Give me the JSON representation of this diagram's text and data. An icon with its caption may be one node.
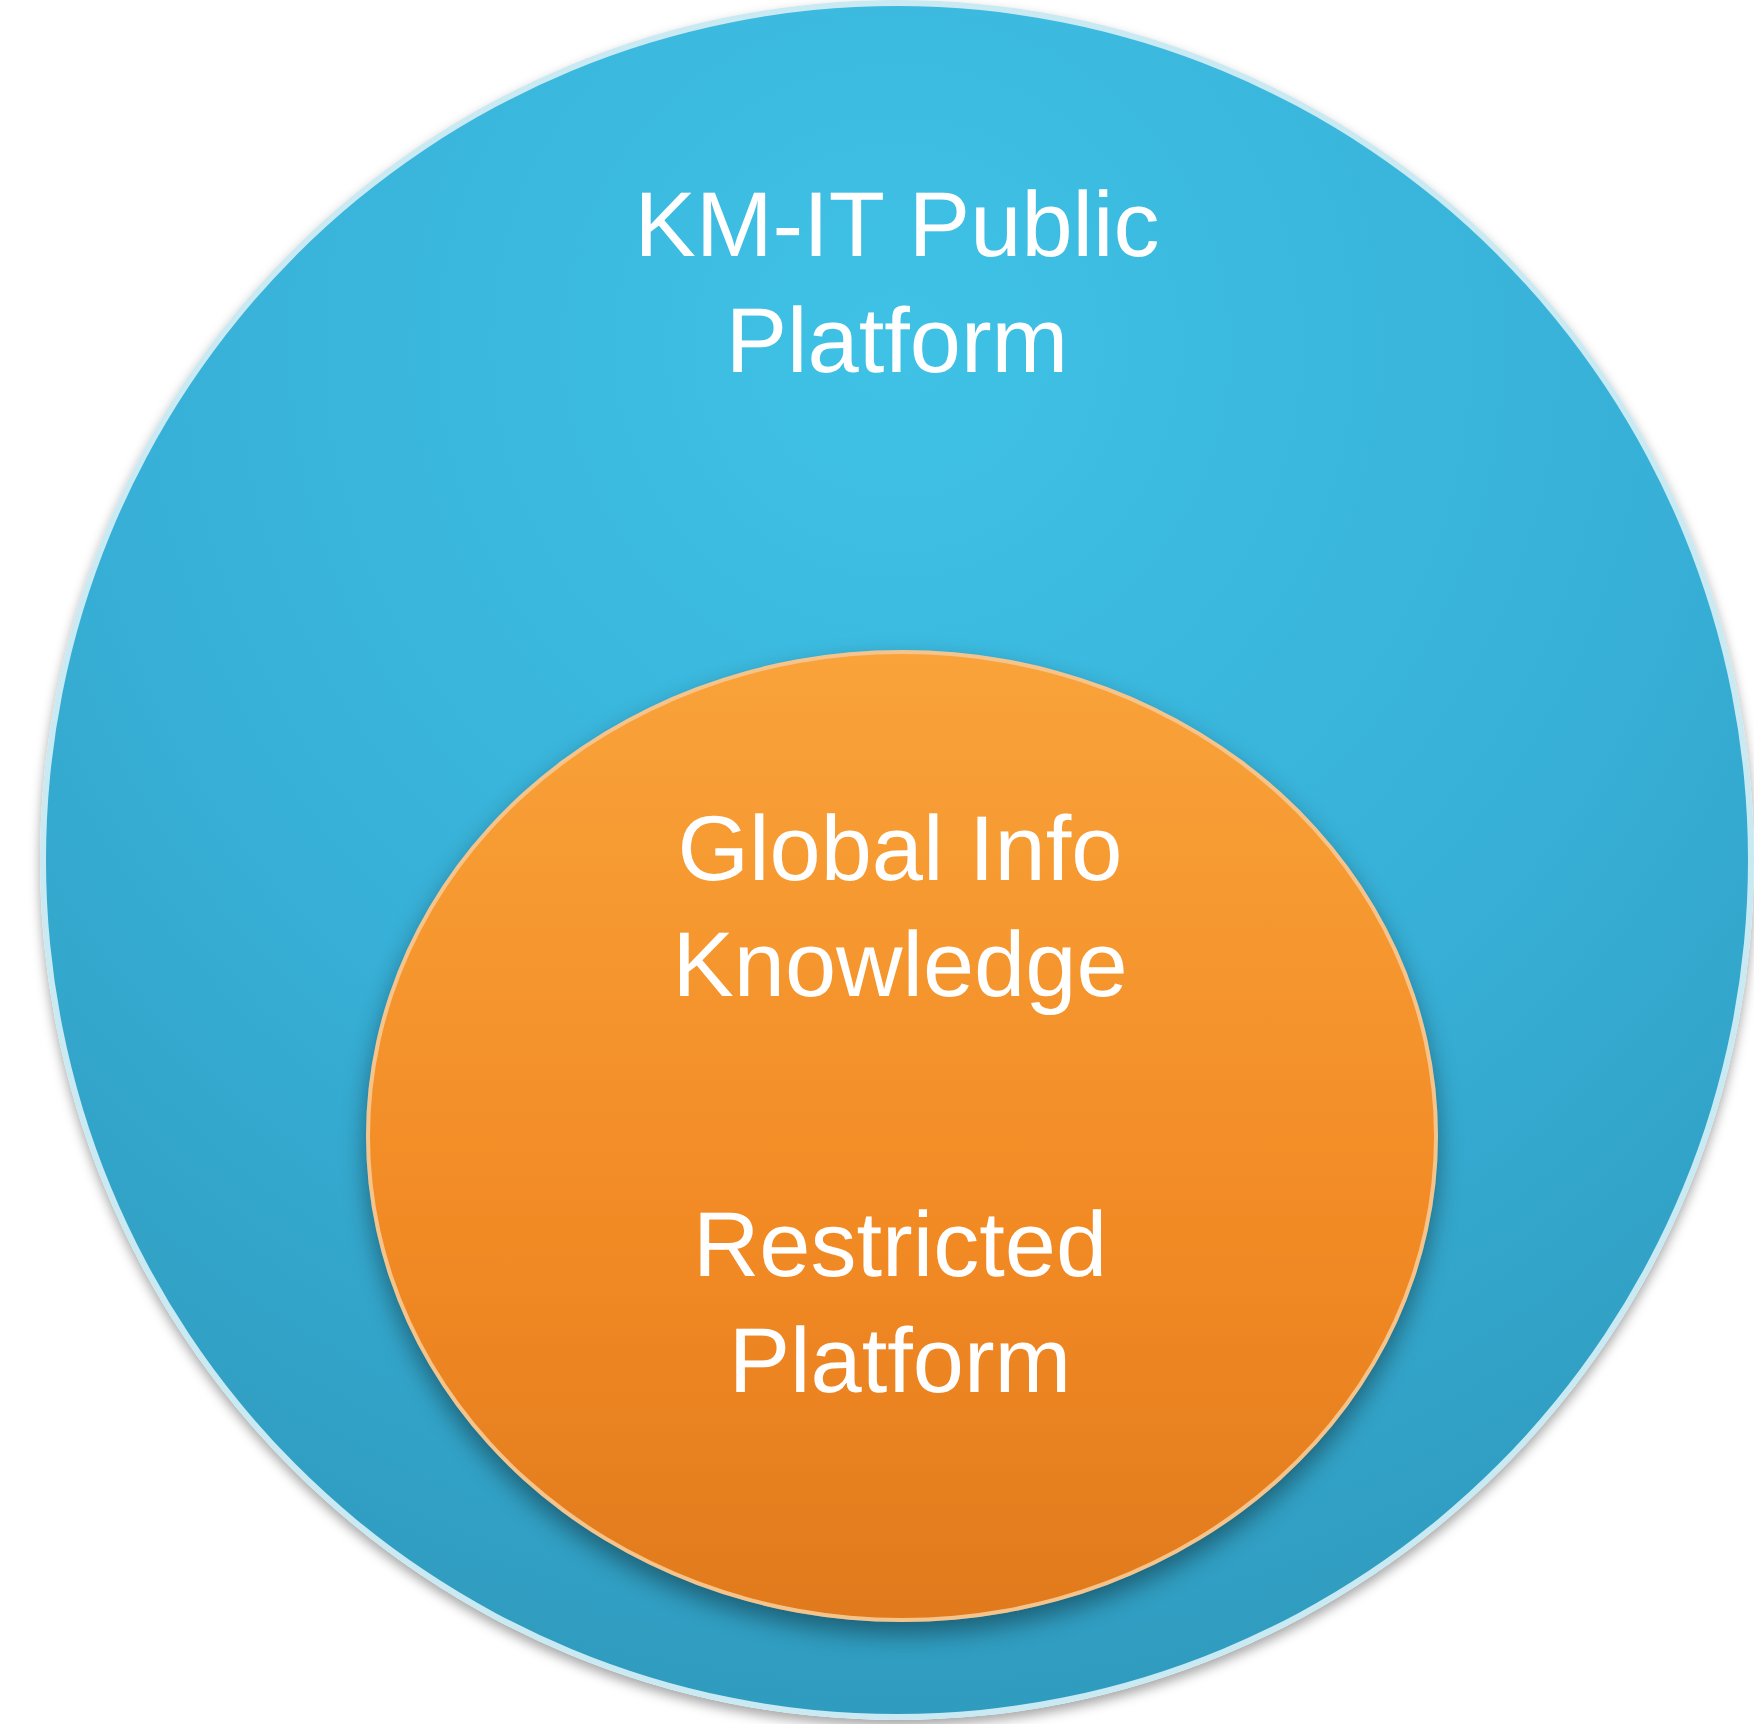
{
  "diagram": {
    "nodes": [
      {
        "text": [
          "KM-IT Public Platform"
        ]
      },
      {
        "text": [
          "Global Info Knowledge",
          "Restricted Platform"
        ],
        "in": 0
      }
    ]
  }
}
